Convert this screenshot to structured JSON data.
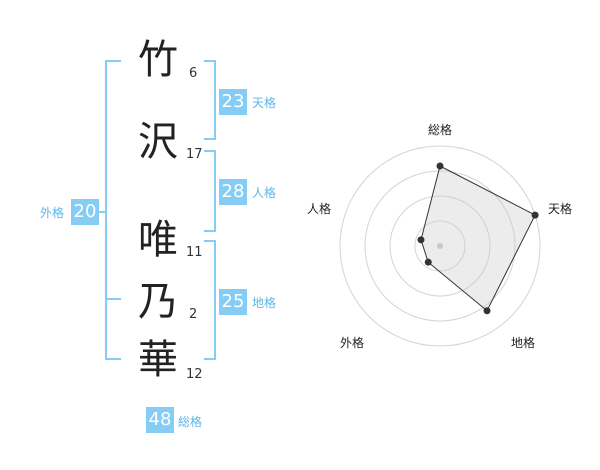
{
  "name": {
    "chars": [
      {
        "char": "竹",
        "strokes": "6"
      },
      {
        "char": "沢",
        "strokes": "17"
      },
      {
        "char": "唯",
        "strokes": "11"
      },
      {
        "char": "乃",
        "strokes": "2"
      },
      {
        "char": "華",
        "strokes": "12"
      }
    ]
  },
  "fortunes": {
    "tenkaku": {
      "value": "23",
      "label": "天格"
    },
    "jinkaku": {
      "value": "28",
      "label": "人格"
    },
    "chikaku": {
      "value": "25",
      "label": "地格"
    },
    "gaikaku": {
      "value": "20",
      "label": "外格"
    },
    "soukaku": {
      "value": "48",
      "label": "総格"
    }
  },
  "colors": {
    "accent": "#86cdf5",
    "accent_text": "#5bb7e9",
    "text": "#222222"
  },
  "chart_data": {
    "type": "radar",
    "axes": [
      "総格",
      "天格",
      "地格",
      "外格",
      "人格"
    ],
    "values": [
      4,
      5,
      4,
      1,
      1
    ],
    "max": 5,
    "rings": 4,
    "grid": true
  }
}
